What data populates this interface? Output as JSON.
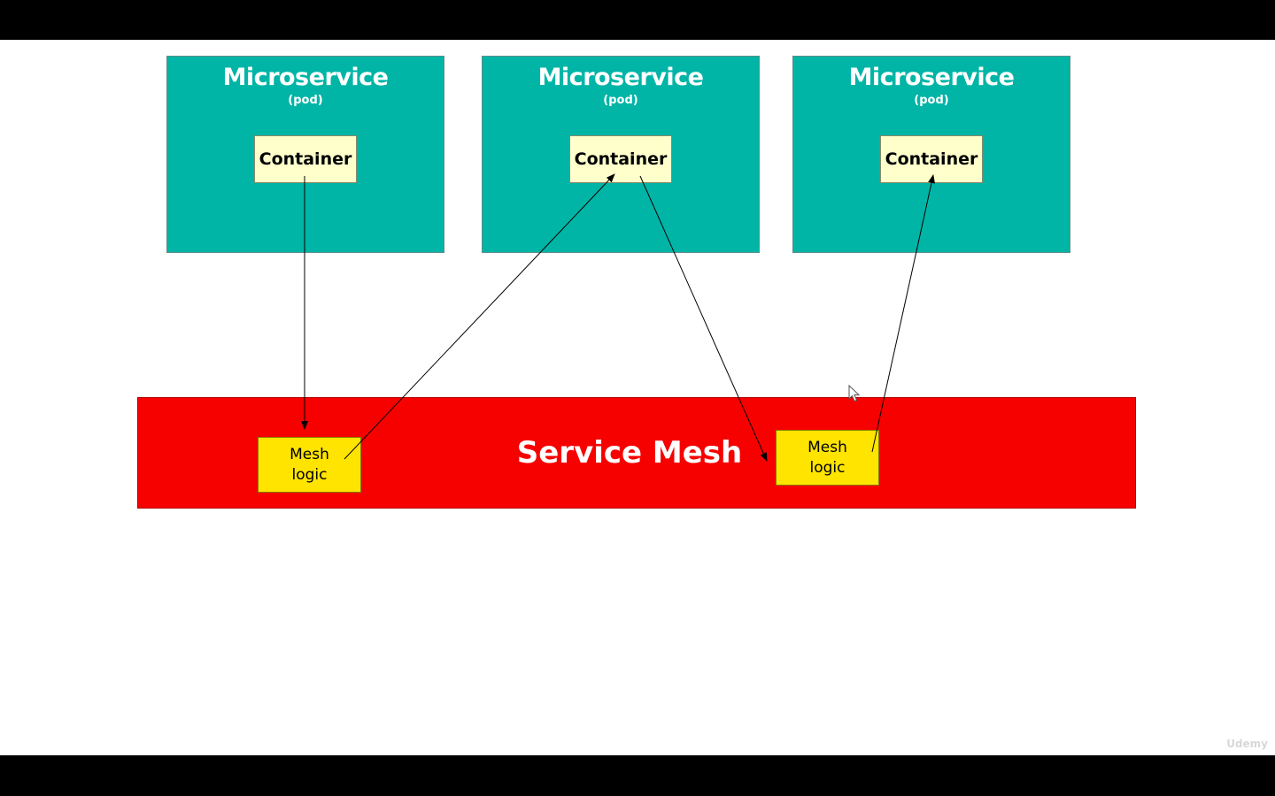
{
  "pods": [
    {
      "title": "Microservice",
      "subtitle": "(pod)",
      "container_label": "Container"
    },
    {
      "title": "Microservice",
      "subtitle": "(pod)",
      "container_label": "Container"
    },
    {
      "title": "Microservice",
      "subtitle": "(pod)",
      "container_label": "Container"
    }
  ],
  "service_mesh": {
    "title": "Service Mesh",
    "logic_boxes": [
      {
        "label": "Mesh\nlogic"
      },
      {
        "label": "Mesh\nlogic"
      }
    ]
  },
  "colors": {
    "pod_fill": "#00b5a6",
    "container_fill": "#ffffcc",
    "mesh_fill": "#f70000",
    "mesh_logic_fill": "#ffe400",
    "letterbox": "#000000"
  },
  "watermark": {
    "text": "Udemy",
    "icon": "udemy-logo-icon"
  },
  "cursor_icon": "mouse-pointer-icon"
}
